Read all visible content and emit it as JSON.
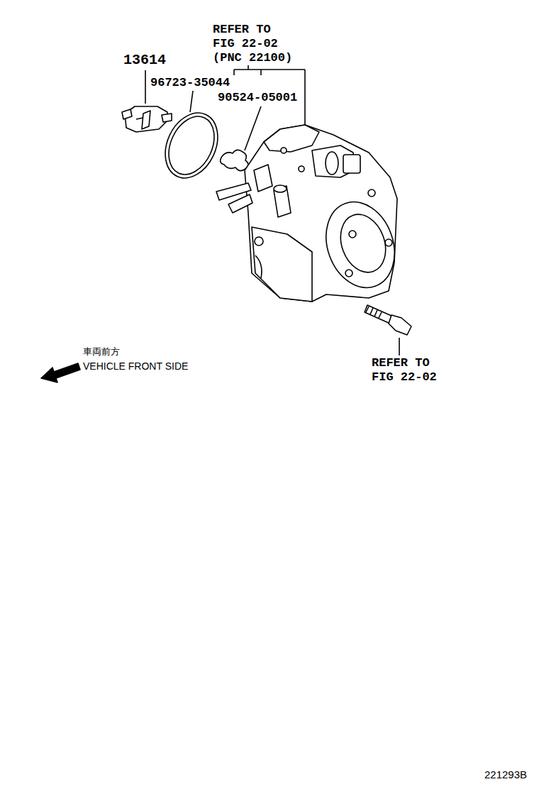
{
  "diagram": {
    "labels": [
      "REFER TO FIG 22-02 (PNC 22100)",
      "13614",
      "96723-35044",
      "90524-05001",
      "車両前方",
      "VEHICLE FRONT SIDE",
      "REFER TO FIG 22-02",
      "221293B"
    ]
  }
}
